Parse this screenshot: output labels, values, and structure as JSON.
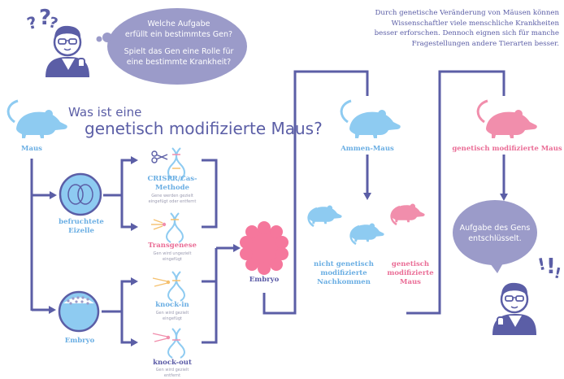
{
  "top_bubble": {
    "line1": "Welche Aufgabe",
    "line2": "erfüllt ein bestimmtes Gen?",
    "line3": "Spielt das Gen eine Rolle für",
    "line4": "eine bestimmte Krankheit?"
  },
  "intro": {
    "line1": "Durch genetische Veränderung von Mäusen können",
    "line2": "Wissenschaftler viele menschliche Krankheiten",
    "line3": "besser erforschen. Dennoch eignen sich für manche",
    "line4": "Fragestellungen andere Tierarten besser."
  },
  "title": {
    "line1": "Was ist eine",
    "line2": "genetisch modifizierte Maus?"
  },
  "labels": {
    "maus": "Maus",
    "eizelle_1": "befruchtete",
    "eizelle_2": "Eizelle",
    "embryo_left": "Embryo",
    "crispr_1": "CRISPR/Cas-",
    "crispr_2": "Methode",
    "crispr_sub_1": "Gene werden gezielt",
    "crispr_sub_2": "eingefügt oder entfernt",
    "transgenese": "Transgenese",
    "transgenese_sub_1": "Gen wird ungezielt",
    "transgenese_sub_2": "eingefügt",
    "knockin": "knock-in",
    "knockin_sub_1": "Gen wird gezielt",
    "knockin_sub_2": "eingefügt",
    "knockout": "knock-out",
    "knockout_sub_1": "Gen wird gezielt",
    "knockout_sub_2": "entfernt",
    "embryo_mid": "Embryo",
    "ammen_maus": "Ammen-Maus",
    "nicht_1": "nicht genetisch",
    "nicht_2": "modifizierte",
    "nicht_3": "Nachkommen",
    "gen_mod_1": "genetisch",
    "gen_mod_2": "modifizierte",
    "gen_mod_3": "Maus",
    "gen_mod_top": "genetisch modifizierte Maus"
  },
  "bottom_bubble": {
    "line1": "Aufgabe des Gens",
    "line2": "entschlüsselt."
  },
  "colors": {
    "purple": "#5b5ea6",
    "bubble": "#9b9bc9",
    "mouse_blue": "#8ecbf1",
    "mouse_pink": "#f18eac",
    "embryo_pink": "#f5779c"
  }
}
